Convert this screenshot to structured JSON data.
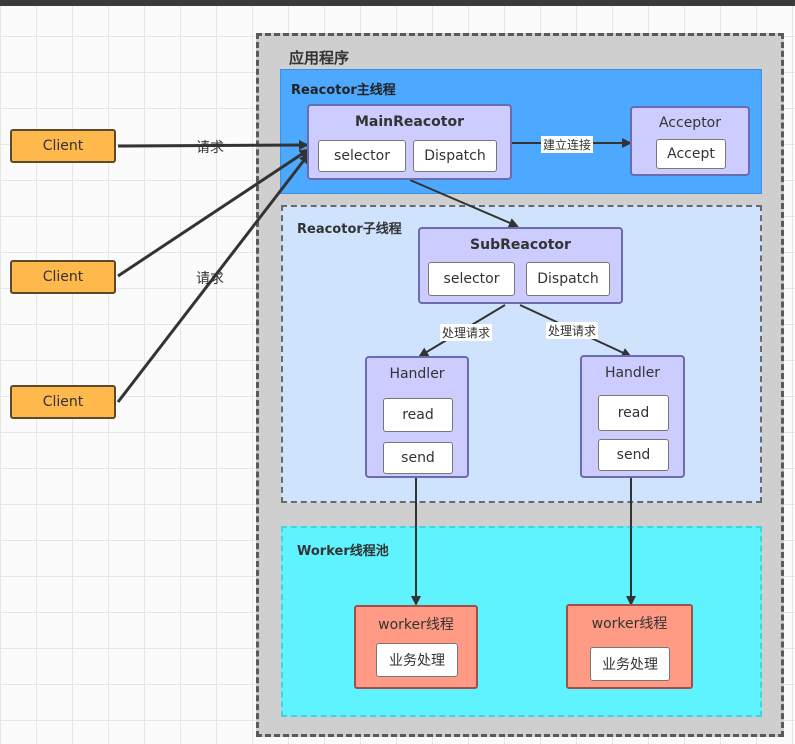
{
  "app_title": "应用程序",
  "main_thread": {
    "title": "Reacotor主线程"
  },
  "sub_thread": {
    "title": "Reacotor子线程"
  },
  "worker_pool": {
    "title": "Worker线程池"
  },
  "clients": [
    "Client",
    "Client",
    "Client"
  ],
  "main_reactor": {
    "title": "MainReacotor",
    "selector": "selector",
    "dispatch": "Dispatch"
  },
  "acceptor": {
    "title": "Acceptor",
    "accept": "Accept"
  },
  "sub_reactor": {
    "title": "SubReacotor",
    "selector": "selector",
    "dispatch": "Dispatch"
  },
  "handlers": [
    {
      "title": "Handler",
      "read": "read",
      "send": "send"
    },
    {
      "title": "Handler",
      "read": "read",
      "send": "send"
    }
  ],
  "workers": [
    {
      "title": "worker线程",
      "task": "业务处理"
    },
    {
      "title": "worker线程",
      "task": "业务处理"
    }
  ],
  "labels": {
    "request_top": "请求",
    "request_mid": "请求",
    "connect": "建立连接",
    "handle_left": "处理请求",
    "handle_right": "处理请求"
  },
  "colors": {
    "client": "#ffb84c",
    "component": "#ccccff",
    "main_thread": "#4da9ff",
    "sub_thread": "#cfe3fd",
    "worker_pool": "#5ff2ff",
    "worker": "#ff9a85"
  }
}
